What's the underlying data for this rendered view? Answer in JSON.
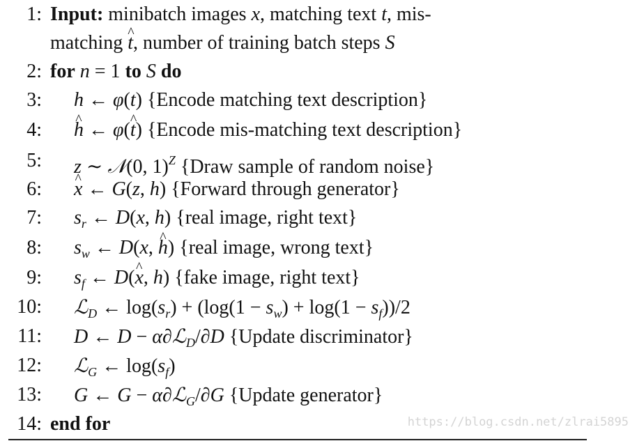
{
  "algorithm": {
    "line1": {
      "num": "1:",
      "label": "Input:",
      "text_a": "minibatch images",
      "text_b": ", matching text",
      "text_c": ", mis-",
      "text_d": "matching",
      "text_e": ", number of training batch steps"
    },
    "line2": {
      "num": "2:",
      "for": "for",
      "to": "to",
      "do": "do"
    },
    "line3": {
      "num": "3:",
      "comment": "{Encode matching text description}"
    },
    "line4": {
      "num": "4:",
      "comment": "{Encode mis-matching text description}"
    },
    "line5": {
      "num": "5:",
      "comment": "{Draw sample of random noise}"
    },
    "line6": {
      "num": "6:",
      "comment": "{Forward through generator}"
    },
    "line7": {
      "num": "7:",
      "comment": "{real image, right text}"
    },
    "line8": {
      "num": "8:",
      "comment": "{real image, wrong text}"
    },
    "line9": {
      "num": "9:",
      "comment": "{fake image, right text}"
    },
    "line10": {
      "num": "10:"
    },
    "line11": {
      "num": "11:",
      "comment": "{Update discriminator}"
    },
    "line12": {
      "num": "12:"
    },
    "line13": {
      "num": "13:",
      "comment": "{Update generator}"
    },
    "line14": {
      "num": "14:",
      "end": "end for"
    }
  },
  "watermark": "https://blog.csdn.net/zlrai5895"
}
